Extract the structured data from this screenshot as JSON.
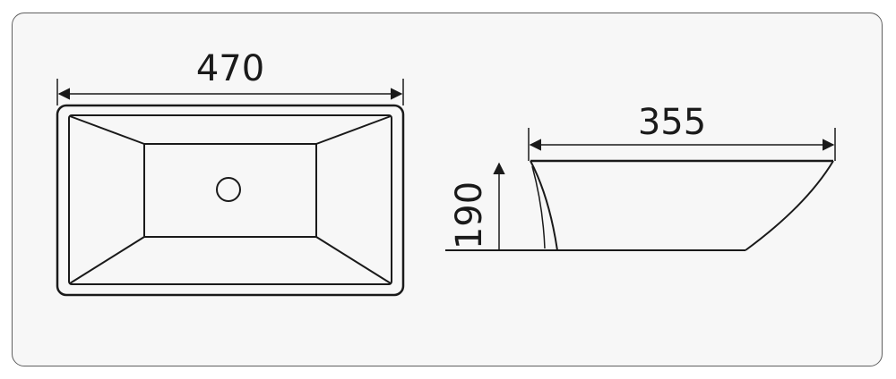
{
  "dimensions": {
    "width_top": "470",
    "depth_side": "355",
    "height_side": "190"
  },
  "colors": {
    "line": "#1a1a1a",
    "frame_border": "#5f5f5f",
    "background": "#f7f7f7"
  }
}
